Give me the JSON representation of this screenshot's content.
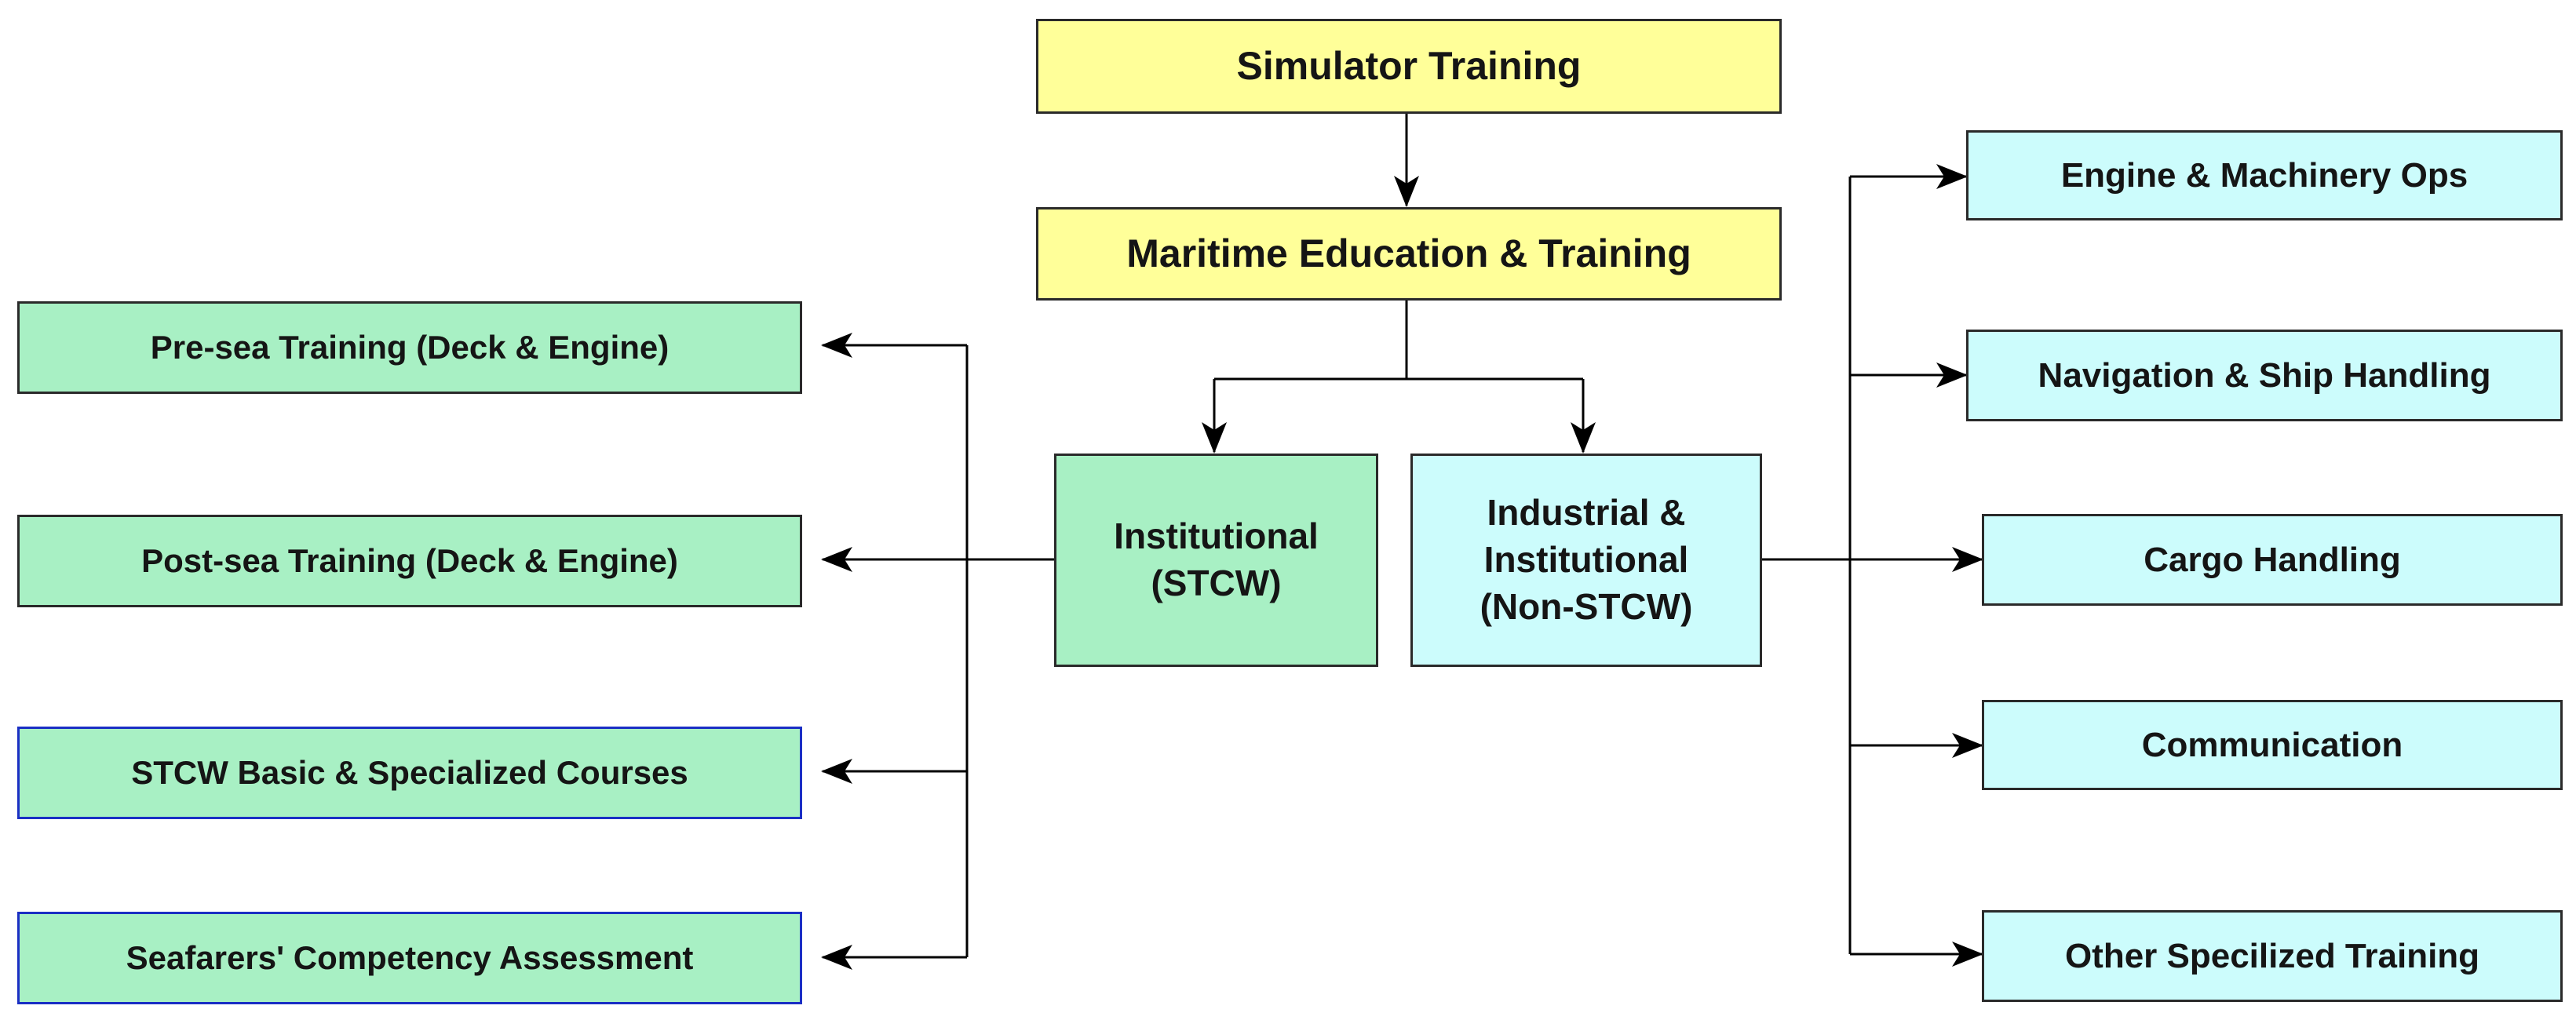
{
  "diagram": {
    "colors": {
      "yellow_fill": "#ffff99",
      "green_fill": "#a8f0c4",
      "cyan_fill": "#ccfcfc",
      "dark_border": "#2a2a2a",
      "blue_border": "#1a2fc4",
      "connector": "#000000"
    },
    "top": {
      "simulator_training": "Simulator Training",
      "maritime_education": "Maritime Education & Training"
    },
    "branches": {
      "institutional": "Institutional\n(STCW)",
      "industrial": "Industrial &\nInstitutional\n(Non-STCW)"
    },
    "left_items": [
      "Pre-sea Training (Deck & Engine)",
      "Post-sea Training (Deck & Engine)",
      "STCW Basic & Specialized Courses",
      "Seafarers' Competency Assessment"
    ],
    "right_items": [
      "Engine & Machinery Ops",
      "Navigation & Ship Handling",
      "Cargo Handling",
      "Communication",
      "Other Specilized Training"
    ]
  }
}
